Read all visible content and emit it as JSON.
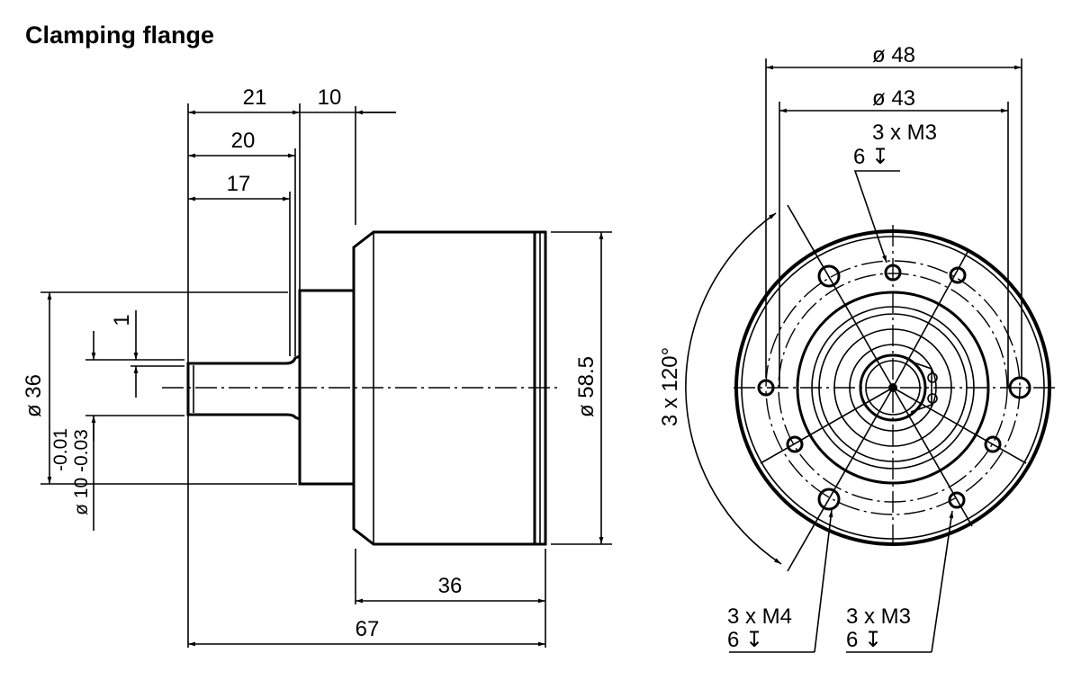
{
  "title": "Clamping flange",
  "side_view": {
    "dim_21": "21",
    "dim_10": "10",
    "dim_20": "20",
    "dim_17": "17",
    "dim_1": "1",
    "dim_d36": "ø 36",
    "dim_d10_tol_upper": "-0.01",
    "dim_d10": "ø 10 -0.03",
    "dim_d58_5": "ø 58.5",
    "dim_36": "36",
    "dim_67": "67"
  },
  "front_view": {
    "dim_d48": "ø 48",
    "dim_d43": "ø 43",
    "top_thread": "3 x M3",
    "top_depth": "6 ↧",
    "angle": "3 x 120°",
    "bottom_left_thread": "3 x M4",
    "bottom_left_depth": "6 ↧",
    "bottom_right_thread": "3 x M3",
    "bottom_right_depth": "6 ↧"
  }
}
